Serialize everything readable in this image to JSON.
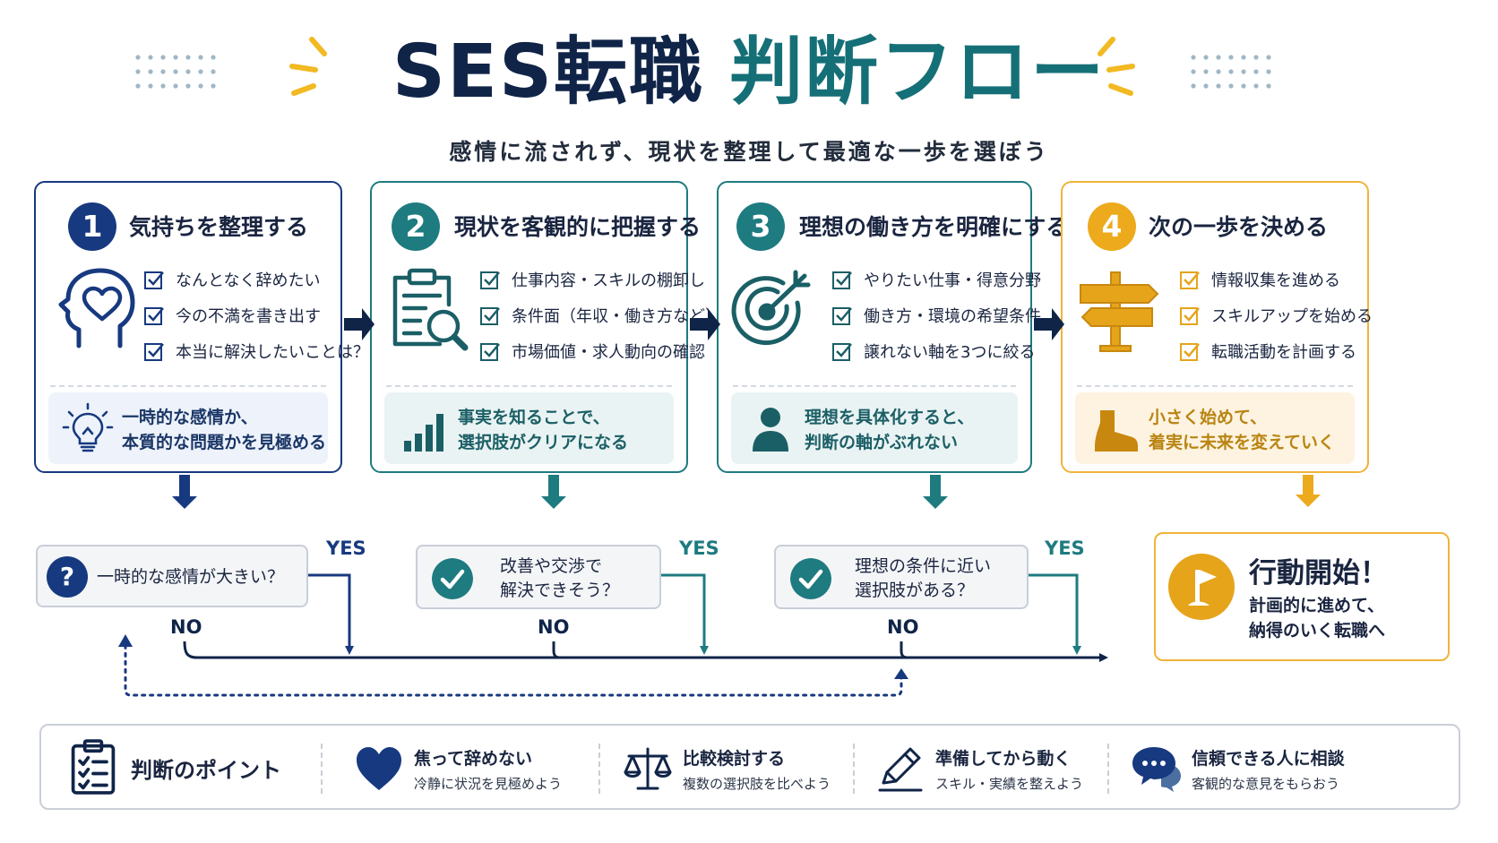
{
  "header": {
    "title_main": "SES転職",
    "title_accent": "判断フロー",
    "subtitle": "感情に流されず、現状を整理して最適な一歩を選ぼう"
  },
  "steps": [
    {
      "num": "1",
      "title": "気持ちを整理する",
      "checks": [
        "なんとなく辞めたい",
        "今の不満を書き出す",
        "本当に解決したいことは？"
      ],
      "note": [
        "一時的な感情か、",
        "本質的な問題かを見極める"
      ],
      "icon": "head-heart-icon",
      "note_icon": "lightbulb-icon"
    },
    {
      "num": "2",
      "title": "現状を客観的に把握する",
      "checks": [
        "仕事内容・スキルの棚卸し",
        "条件面（年収・働き方など）",
        "市場価値・求人動向の確認"
      ],
      "note": [
        "事実を知ることで、",
        "選択肢がクリアになる"
      ],
      "icon": "clipboard-search-icon",
      "note_icon": "bar-chart-icon"
    },
    {
      "num": "3",
      "title": "理想の働き方を明確にする",
      "checks": [
        "やりたい仕事・得意分野",
        "働き方・環境の希望条件",
        "譲れない軸を3つに絞る"
      ],
      "note": [
        "理想を具体化すると、",
        "判断の軸がぶれない"
      ],
      "icon": "target-arrow-icon",
      "note_icon": "person-icon"
    },
    {
      "num": "4",
      "title": "次の一歩を決める",
      "checks": [
        "情報収集を進める",
        "スキルアップを始める",
        "転職活動を計画する"
      ],
      "note": [
        "小さく始めて、",
        "着実に未来を変えていく"
      ],
      "icon": "signpost-icon",
      "note_icon": "boot-icon"
    }
  ],
  "decisions": [
    {
      "lines": [
        "一時的な感情が大きい？"
      ],
      "icon": "question-icon"
    },
    {
      "lines": [
        "改善や交渉で",
        "解決できそう？"
      ],
      "icon": "check-circle-icon"
    },
    {
      "lines": [
        "理想の条件に近い",
        "選択肢がある？"
      ],
      "icon": "check-circle-icon"
    }
  ],
  "labels": {
    "yes": "YES",
    "no": "NO"
  },
  "action": {
    "title": "行動開始！",
    "body": [
      "計画的に進めて、",
      "納得のいく転職へ"
    ],
    "icon": "flag-icon"
  },
  "points": {
    "title": "判断のポイント",
    "items": [
      {
        "head": "焦って辞めない",
        "sub": "冷静に状況を見極めよう",
        "icon": "heart-icon"
      },
      {
        "head": "比較検討する",
        "sub": "複数の選択肢を比べよう",
        "icon": "scale-icon"
      },
      {
        "head": "準備してから動く",
        "sub": "スキル・実績を整えよう",
        "icon": "pencil-icon"
      },
      {
        "head": "信頼できる人に相談",
        "sub": "客観的な意見をもらおう",
        "icon": "chat-icon"
      }
    ]
  },
  "colors": {
    "navy": "#17397f",
    "teal": "#1e7b80",
    "gold": "#ecaa1c",
    "dark": "#102448"
  }
}
